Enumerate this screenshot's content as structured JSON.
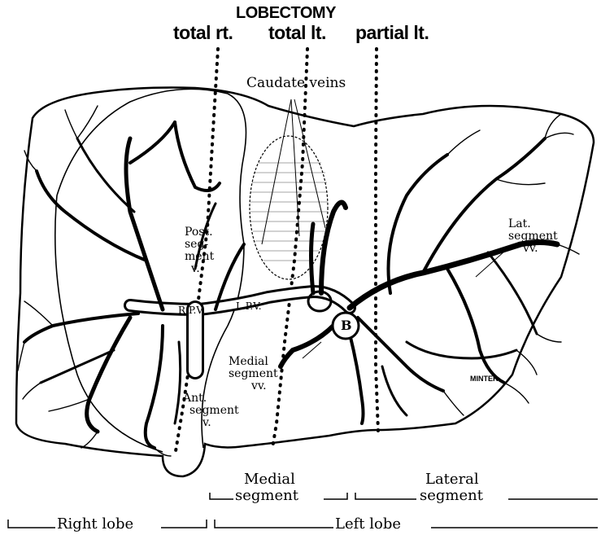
{
  "header": {
    "title": "LOBECTOMY",
    "columns": [
      "total rt.",
      "total lt.",
      "partial lt."
    ]
  },
  "labels": {
    "caudate_veins": "Caudate veins",
    "post_segment": [
      "Post.",
      "seg-",
      "ment",
      "v."
    ],
    "rpv": "R.P.V.",
    "lpv": "L.P.V.",
    "b_marker": "B",
    "medial_segment_vv": [
      "Medial",
      "segment",
      "vv."
    ],
    "ant_segment_v": [
      "Ant.",
      "segment",
      "v."
    ],
    "lat_segment_vv": [
      "Lat.",
      "segment",
      "vv."
    ],
    "artist": "MINTER"
  },
  "bottom": {
    "medial_segment": [
      "Medial",
      "segment"
    ],
    "lateral_segment": [
      "Lateral",
      "segment"
    ],
    "right_lobe": "Right lobe",
    "left_lobe": "Left lobe"
  }
}
